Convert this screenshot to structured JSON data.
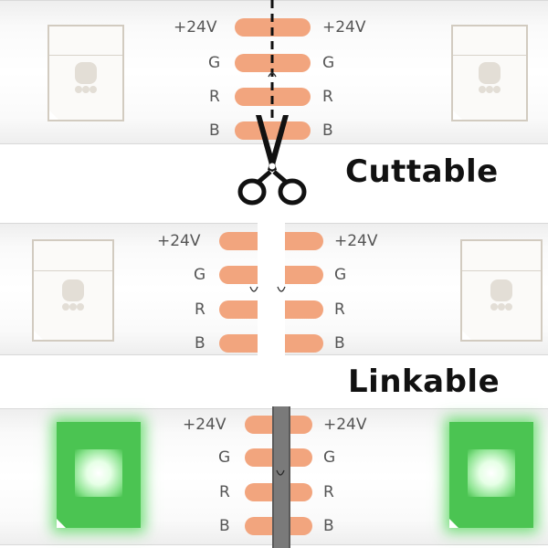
{
  "headings": {
    "cuttable": "Cuttable",
    "linkable": "Linkable"
  },
  "pad_labels": [
    "+24V",
    "G",
    "R",
    "B"
  ],
  "colors": {
    "pad": "#f2a57e",
    "led_on": "#4bc452",
    "connector": "#7a7a7a"
  },
  "icons": {
    "cut": "scissors-icon"
  }
}
